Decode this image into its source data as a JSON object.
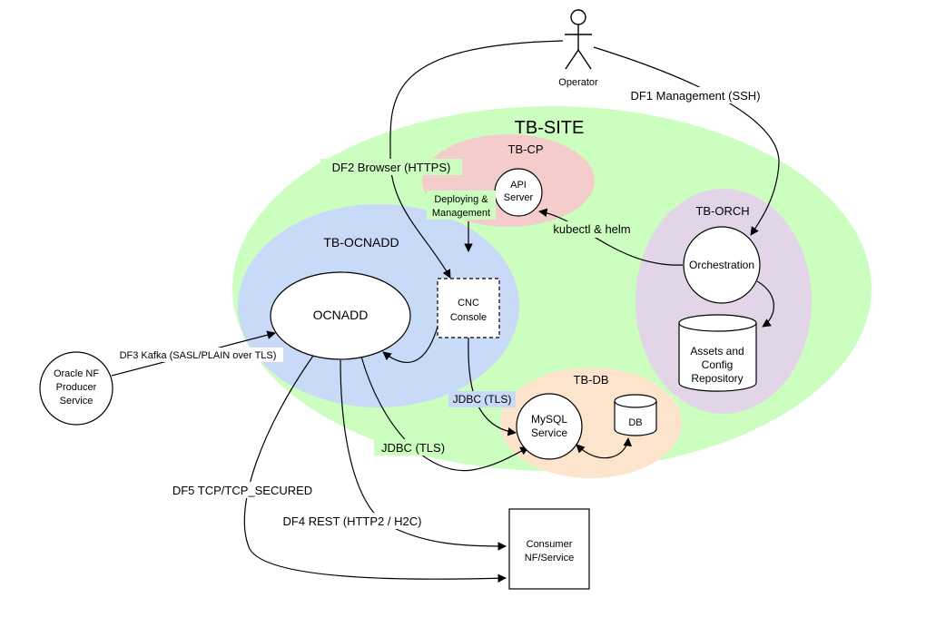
{
  "zones": {
    "site": {
      "title": "TB-SITE",
      "fill": "#ccffbf"
    },
    "cp": {
      "title": "TB-CP",
      "fill": "#f4cccc"
    },
    "orch": {
      "title": "TB-ORCH",
      "fill": "#e1d5e7"
    },
    "ocnadd_zone": {
      "title": "TB-OCNADD",
      "fill": "#c9daf8"
    },
    "db_zone": {
      "title": "TB-DB",
      "fill": "#fde5cd"
    }
  },
  "nodes": {
    "operator": "Operator",
    "api_server": [
      "API",
      "Server"
    ],
    "orchestration": "Orchestration",
    "assets_repo": [
      "Assets and",
      "Config",
      "Repository"
    ],
    "ocnadd": "OCNADD",
    "cnc_console": [
      "CNC",
      "Console"
    ],
    "mysql": [
      "MySQL",
      "Service"
    ],
    "db": "DB",
    "oracle_nf": [
      "Oracle NF",
      "Producer",
      "Service"
    ],
    "consumer": [
      "Consumer",
      "NF/Service"
    ]
  },
  "edges": {
    "df1": "DF1 Management (SSH)",
    "df2": "DF2 Browser (HTTPS)",
    "deploy": [
      "Deploying &",
      "Management"
    ],
    "kubectl": "kubectl & helm",
    "df3": "DF3 Kafka (SASL/PLAIN over TLS)",
    "jdbc_cnc": "JDBC (TLS)",
    "jdbc_ocnadd": "JDBC (TLS)",
    "df5": "DF5 TCP/TCP_SECURED",
    "df4": "DF4 REST (HTTP2 / H2C)"
  }
}
